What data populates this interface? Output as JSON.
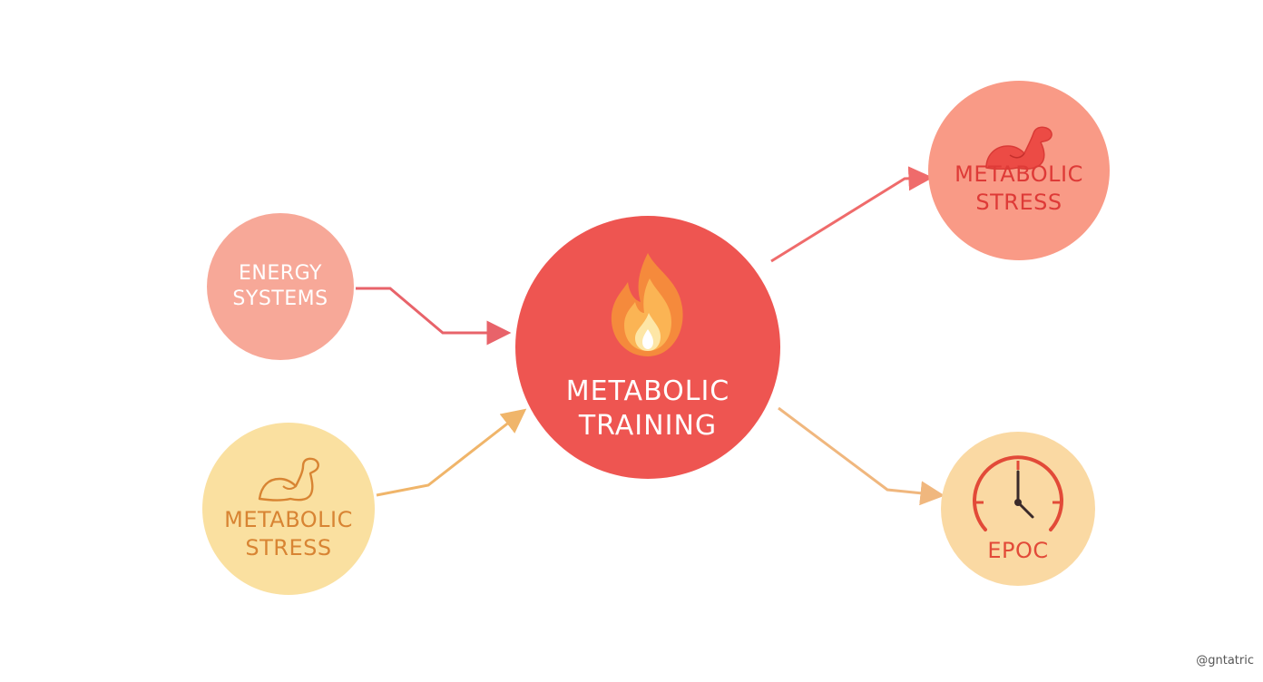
{
  "nodes": {
    "energy_systems": {
      "label": "ENERGY\nSYSTEMS",
      "color": "#f7a898",
      "text_color": "#ffffff"
    },
    "metabolic_training": {
      "label": "METABOLIC\nTRAINING",
      "icon": "fire-icon",
      "color": "#ee5551",
      "text_color": "#ffffff"
    },
    "metabolic_stress_left": {
      "label": "METABOLIC\nSTRESS",
      "icon": "flexed-arm-icon",
      "color": "#fae0a0",
      "text_color": "#d88433"
    },
    "metabolic_stress_right": {
      "label": "METABOLIC\nSTRESS",
      "icon": "flexed-arm-icon",
      "color": "#f99a86",
      "text_color": "#de3a37"
    },
    "epoc": {
      "label": "EPOC",
      "icon": "clock-icon",
      "color": "#fad9a3",
      "text_color": "#e24a38"
    }
  },
  "edges": [
    {
      "from": "energy_systems",
      "to": "metabolic_training",
      "color": "#e8636a"
    },
    {
      "from": "metabolic_stress_left",
      "to": "metabolic_training",
      "color": "#f0b56a"
    },
    {
      "from": "metabolic_training",
      "to": "metabolic_stress_right",
      "color": "#ef6b6b"
    },
    {
      "from": "metabolic_training",
      "to": "epoc",
      "color": "#f0b77e"
    }
  ],
  "watermark": "@gntatric"
}
